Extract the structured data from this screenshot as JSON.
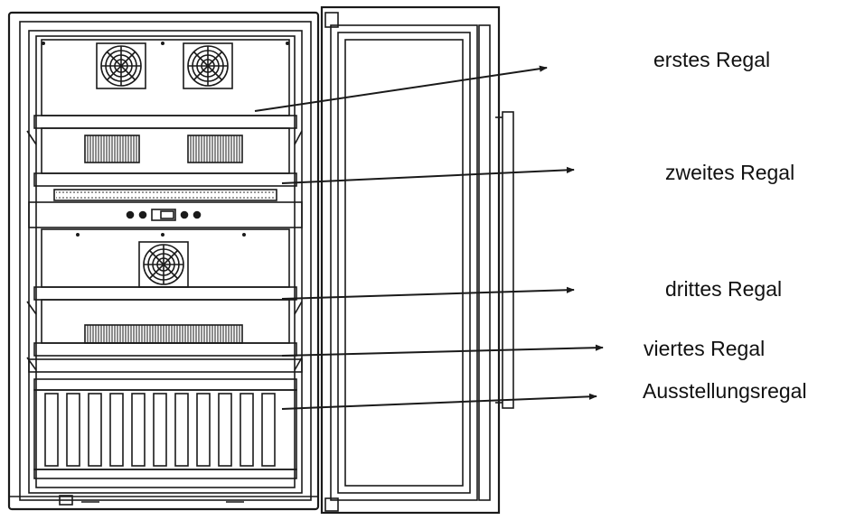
{
  "labels": {
    "shelf_1": "erstes Regal",
    "shelf_2": "zweites Regal",
    "shelf_3": "drittes Regal",
    "shelf_4": "viertes Regal",
    "display_shelf": "Ausstellungsregal"
  },
  "colors": {
    "line": "#1a1a1a",
    "background": "#ffffff"
  },
  "icons": [
    "fan-icon",
    "control-panel-icon",
    "arrow-icon"
  ]
}
